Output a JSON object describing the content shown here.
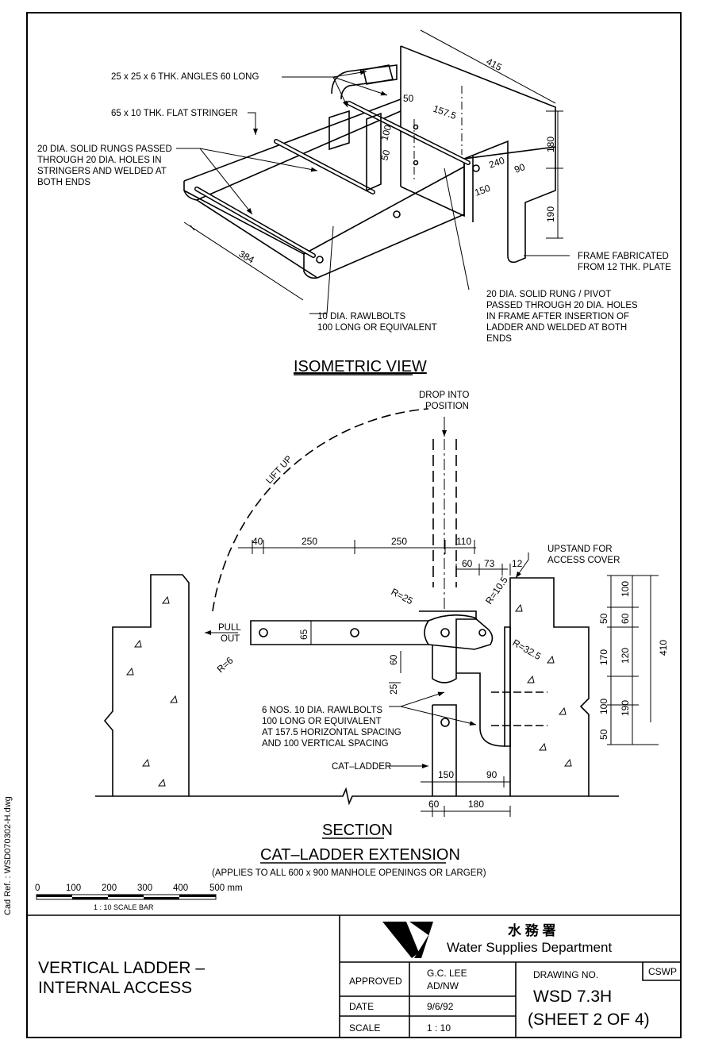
{
  "side_ref": "Cad Ref. : WSD070302-H.dwg",
  "iso": {
    "title": "ISOMETRIC VIEW",
    "labels": {
      "angles": "25 x 25 x 6 THK. ANGLES 60 LONG",
      "stringer": "65 x 10 THK. FLAT STRINGER",
      "rungs_1": "20 DIA. SOLID RUNGS PASSED",
      "rungs_2": "THROUGH 20 DIA. HOLES IN",
      "rungs_3": "STRINGERS AND WELDED AT",
      "rungs_4": "BOTH ENDS",
      "frame_1": "FRAME FABRICATED",
      "frame_2": "FROM 12 THK. PLATE",
      "rawl_1": "10 DIA. RAWLBOLTS",
      "rawl_2": "100 LONG OR EQUIVALENT",
      "pivot_1": "20 DIA. SOLID RUNG / PIVOT",
      "pivot_2": "PASSED THROUGH 20 DIA. HOLES",
      "pivot_3": "IN FRAME AFTER INSERTION OF",
      "pivot_4": "LADDER AND WELDED AT BOTH",
      "pivot_5": "ENDS"
    },
    "dims": {
      "d415": "415",
      "d50": "50",
      "d157": "157.5",
      "d100": "100",
      "d50b": "50",
      "d180": "180",
      "d240": "240",
      "d90": "90",
      "d150": "150",
      "d190": "190",
      "d384": "384"
    }
  },
  "section": {
    "title": "SECTION",
    "subtitle": "CAT–LADDER EXTENSION",
    "note": "(APPLIES TO ALL 600 x 900 MANHOLE OPENINGS OR LARGER)",
    "labels": {
      "drop_1": "DROP INTO",
      "drop_2": "POSITION",
      "lift": "LIFT UP",
      "pull_1": "PULL",
      "pull_2": "OUT",
      "upstand_1": "UPSTAND FOR",
      "upstand_2": "ACCESS COVER",
      "rawl_1": "6 NOS. 10 DIA. RAWLBOLTS",
      "rawl_2": "100 LONG OR EQUIVALENT",
      "rawl_3": "AT 157.5 HORIZONTAL SPACING",
      "rawl_4": "AND 100 VERTICAL SPACING",
      "catladder": "CAT–LADDER"
    },
    "dims": {
      "d40": "40",
      "d250a": "250",
      "d250b": "250",
      "d110": "110",
      "d60": "60",
      "d73": "73",
      "d12": "12",
      "r25": "R=25",
      "r105": "R=10.5",
      "r325": "R=32.5",
      "r6": "R=6",
      "d65": "65",
      "d60v": "60",
      "d25": "25",
      "v100a": "100",
      "v50a": "50",
      "v60": "60",
      "v170": "170",
      "v120": "120",
      "v410": "410",
      "v100b": "100",
      "v190": "190",
      "v50b": "50",
      "h150": "150",
      "h90": "90",
      "h60": "60",
      "h180": "180"
    }
  },
  "scale_bar": {
    "ticks": [
      "0",
      "100",
      "200",
      "300",
      "400",
      "500 mm"
    ],
    "caption": "1 : 10   SCALE BAR"
  },
  "title_block": {
    "title_1": "VERTICAL LADDER  –",
    "title_2": "INTERNAL ACCESS",
    "dept_cn": "水 務 署",
    "dept_en": "Water Supplies Department",
    "approved_label": "APPROVED",
    "approved_1": "G.C. LEE",
    "approved_2": "AD/NW",
    "date_label": "DATE",
    "date": "9/6/92",
    "scale_label": "SCALE",
    "scale": "1 : 10",
    "drawing_no_label": "DRAWING NO.",
    "cswp": "CSWP",
    "drawing_no": "WSD  7.3H",
    "sheet": "(SHEET  2  OF  4)"
  }
}
